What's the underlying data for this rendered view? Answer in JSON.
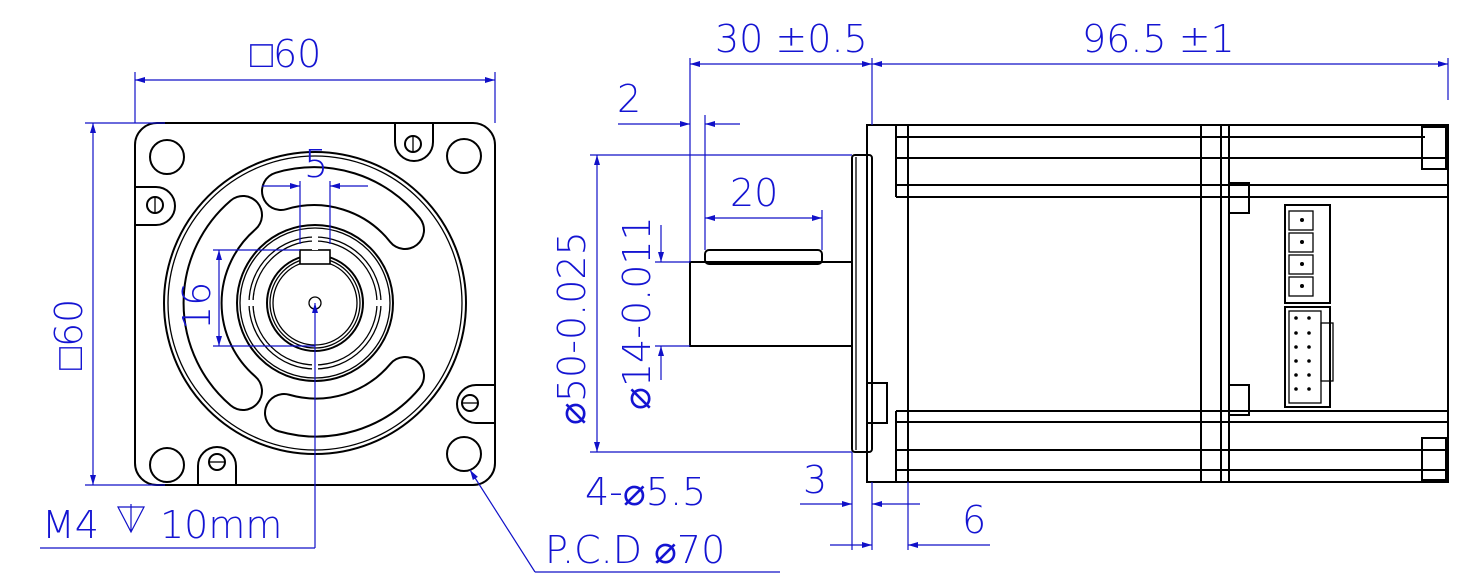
{
  "drawing": {
    "front_view": {
      "width_dim": "□60",
      "height_dim": "□60",
      "key_width_dim": "5",
      "key_height_dim": "16",
      "thread_label": "M4",
      "thread_depth": "10mm",
      "pcd_label": "P.C.D ⌀70"
    },
    "side_view": {
      "flange_length_dim": "30 ±0.5",
      "body_length_dim": "96.5 ±1",
      "shaft_offset_dim": "2",
      "key_length_dim": "20",
      "pilot_diameter_dim": "⌀50-0.025",
      "shaft_diameter_dim": "⌀14-0.011",
      "mount_holes_dim": "4-⌀5.5",
      "pilot_depth_dim": "3",
      "flange_thickness_dim": "6"
    },
    "colors": {
      "dimension": "#1414d2",
      "outline": "#000000"
    }
  }
}
